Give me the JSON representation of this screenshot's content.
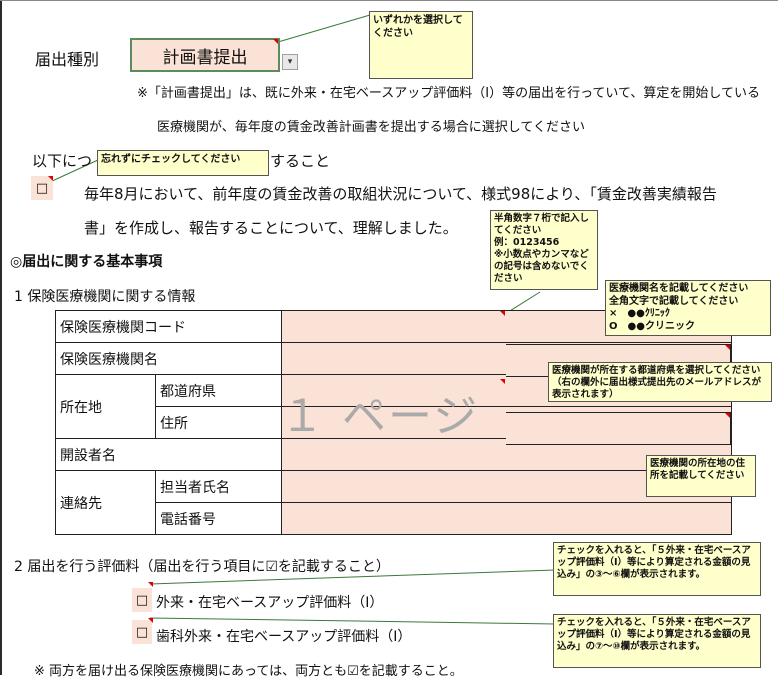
{
  "form": {
    "report_type_label": "届出種別",
    "report_type_value": "計画書提出",
    "dropdown_arrow": "▾",
    "note1_line1": "※「計画書提出」は、既に外来・在宅ベースアップ評価料（Ⅰ）等の届出を行っていて、算定を開始している",
    "note1_line2": "医療機関が、毎年度の賃金改善計画書を提出する場合に選択してください",
    "confirm_prefix": "以下につ",
    "confirm_suffix": "すること",
    "confirm_checkbox": "□",
    "confirm_line1": "毎年8月において、前年度の賃金改善の取組状況について、様式98により、「賃金改善実績報告",
    "confirm_line2": "書」を作成し、報告することについて、理解しました。",
    "section_title": "◎届出に関する基本事項",
    "sub1": "1  保険医療機関に関する情報",
    "table": {
      "row_code": "保険医療機関コード",
      "row_name": "保険医療機関名",
      "row_address": "所在地",
      "row_pref": "都道府県",
      "row_addr": "住所",
      "row_founder": "開設者名",
      "row_contact": "連絡先",
      "row_person": "担当者氏名",
      "row_phone": "電話番号"
    },
    "watermark": "１ ページ",
    "sub2": "2  届出を行う評価料（届出を行う項目に☑を記載すること）",
    "check1_box": "□",
    "check1_label": "外来・在宅ベースアップ評価料（Ⅰ）",
    "check2_box": "□",
    "check2_label": "歯科外来・在宅ベースアップ評価料（Ⅰ）",
    "footnote": "※  両方を届け出る保険医療機関にあっては、両方とも☑を記載すること。"
  },
  "callouts": {
    "select_one": "いずれかを選択してください",
    "dont_forget_check": "忘れずにチェックしてください",
    "code_hint": "半角数字７桁で記入してください\n例：0123456\n※小数点やカンマなどの記号は含めないでください",
    "name_hint": "医療機関名を記載してください\n全角文字で記載してください\n×　●●ｸﾘﾆｯｸ\nO　●●クリニック",
    "pref_hint": "医療機関が所在する都道府県を選択してください（右の欄外に届出様式提出先のメールアドレスが表示されます）",
    "addr_hint": "医療機関の所在地の住所を記載してください",
    "check1_hint": "チェックを入れると、「５外来・在宅ベースアップ評価料（Ⅰ）等により算定される金額の見込み」の③～⑥欄が表示されます。",
    "check2_hint": "チェックを入れると、「５外来・在宅ベースアップ評価料（Ⅰ）等により算定される金額の見込み」の⑦～⑩欄が表示されます。"
  },
  "colors": {
    "input_fill": "#fbe2d6",
    "callout_fill": "#ffffcc",
    "dropdown_border": "#5c8c5c",
    "comment_marker": "#e00000"
  }
}
